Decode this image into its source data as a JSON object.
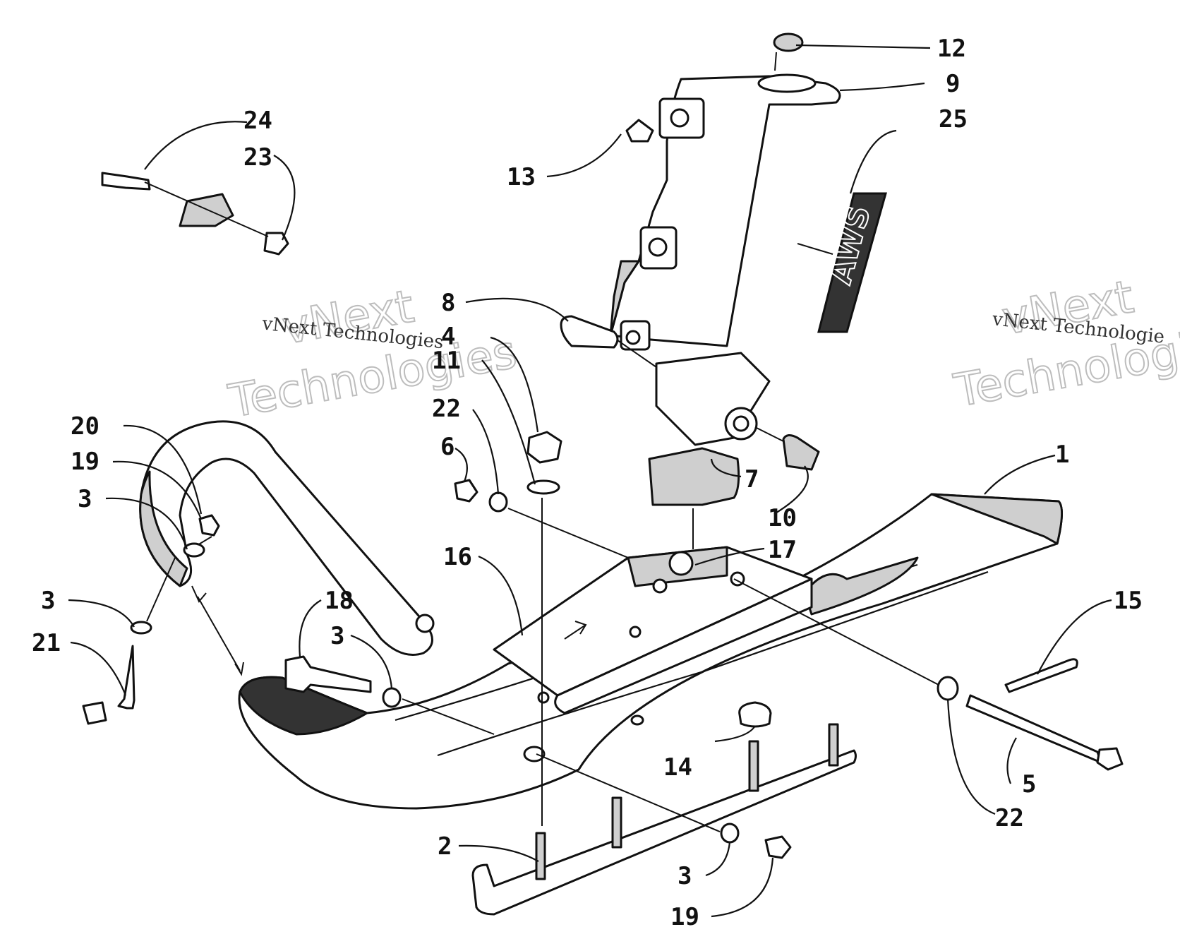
{
  "watermarks": [
    {
      "id": "wm-left",
      "small": "vNext Technologies",
      "big_top": "vNext",
      "big_bottom": "Technologies"
    },
    {
      "id": "wm-right",
      "small": "vNext Technologie",
      "big_top": "vNext",
      "big_bottom": "Technologie"
    }
  ],
  "decal_text": "AWS",
  "callouts": [
    {
      "id": "c12",
      "label": "12"
    },
    {
      "id": "c9",
      "label": "9"
    },
    {
      "id": "c25",
      "label": "25"
    },
    {
      "id": "c24",
      "label": "24"
    },
    {
      "id": "c23",
      "label": "23"
    },
    {
      "id": "c13",
      "label": "13"
    },
    {
      "id": "c8",
      "label": "8"
    },
    {
      "id": "c4",
      "label": "4"
    },
    {
      "id": "c11",
      "label": "11"
    },
    {
      "id": "c22a",
      "label": "22"
    },
    {
      "id": "c6",
      "label": "6"
    },
    {
      "id": "c7",
      "label": "7"
    },
    {
      "id": "c10",
      "label": "10"
    },
    {
      "id": "c1",
      "label": "1"
    },
    {
      "id": "c20",
      "label": "20"
    },
    {
      "id": "c19a",
      "label": "19"
    },
    {
      "id": "c3a",
      "label": "3"
    },
    {
      "id": "c17",
      "label": "17"
    },
    {
      "id": "c16",
      "label": "16"
    },
    {
      "id": "c3b",
      "label": "3"
    },
    {
      "id": "c21",
      "label": "21"
    },
    {
      "id": "c18",
      "label": "18"
    },
    {
      "id": "c3c",
      "label": "3"
    },
    {
      "id": "c15",
      "label": "15"
    },
    {
      "id": "c14",
      "label": "14"
    },
    {
      "id": "c5",
      "label": "5"
    },
    {
      "id": "c22b",
      "label": "22"
    },
    {
      "id": "c2",
      "label": "2"
    },
    {
      "id": "c3d",
      "label": "3"
    },
    {
      "id": "c19b",
      "label": "19"
    }
  ]
}
